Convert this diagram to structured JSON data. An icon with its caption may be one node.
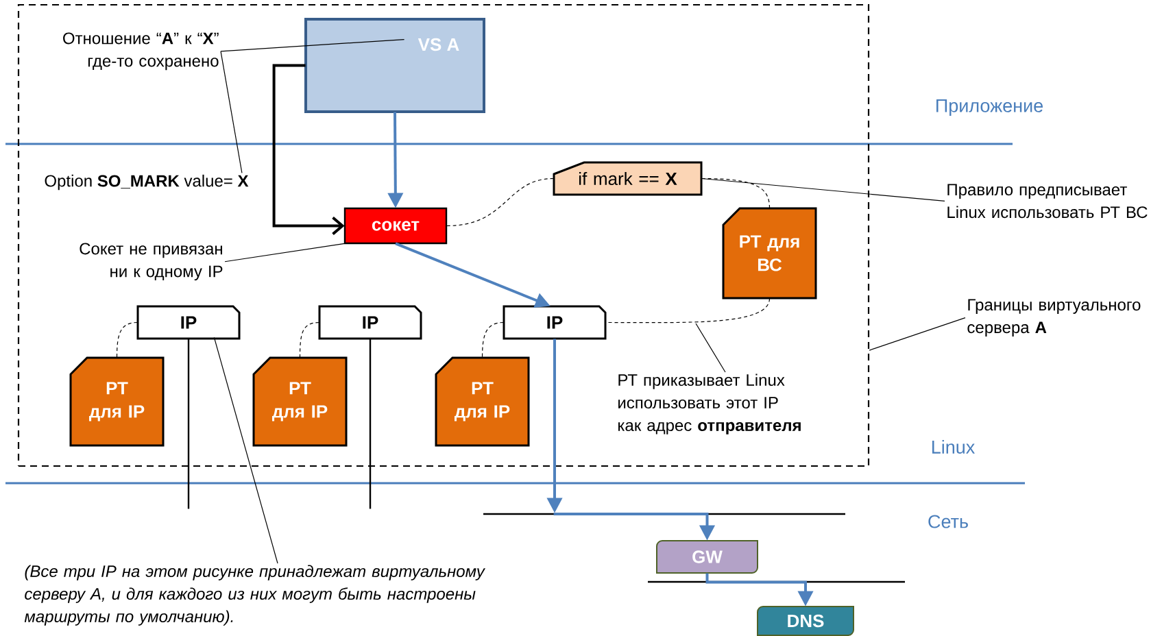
{
  "diagram": {
    "nodes": [
      {
        "text": [],
        "shape": "box"
      },
      {
        "text": [
          "Отношение “**A**” к “**X**” где-то сохранено"
        ],
        "in": 0
      },
      {
        "text": [
          "VS A"
        ],
        "in": 0
      },
      {
        "text": [
          "Option **SO_MARK** value= **X**"
        ],
        "in": 0
      },
      {
        "text": [
          "if mark == **X**"
        ],
        "in": 0
      },
      {
        "text": [
          "сокет"
        ],
        "in": 0
      },
      {
        "text": [
          "РТ для ВС"
        ],
        "in": 0
      },
      {
        "text": [
          "Сокет не привязан ни к одному IP"
        ],
        "in": 0
      },
      {
        "text": [
          "IP"
        ],
        "in": 0
      },
      {
        "text": [
          "IP"
        ],
        "in": 0
      },
      {
        "text": [
          "IP"
        ],
        "in": 0
      },
      {
        "text": [
          "РТ для IP"
        ],
        "in": 0
      },
      {
        "text": [
          "РТ для IP"
        ],
        "in": 0
      },
      {
        "text": [
          "РТ для IP"
        ],
        "in": 0
      },
      {
        "text": [
          "РТ приказывает Linux использовать этот IP как адрес **отправителя**"
        ],
        "in": 0
      },
      {
        "text": [
          "Правило предписывает Linux использовать РТ ВС"
        ]
      },
      {
        "text": [
          "Границы виртуального сервера **A**"
        ]
      },
      {
        "text": [],
        "shape": "line"
      },
      {
        "text": [
          "GW"
        ]
      },
      {
        "text": [
          "DNS"
        ]
      },
      {
        "text": [
          "(Все три IP на этом рисунке принадлежат виртуальному серверу A, и для каждого из них могут быть настроены маршруты по умолчанию)."
        ]
      }
    ],
    "edges": [
      {
        "from": 1,
        "to": 2,
        "arrow": "none"
      },
      {
        "from": 1,
        "to": 3,
        "arrow": "none"
      },
      {
        "from": 2,
        "to": 5,
        "arrow": "to",
        "style": "thick"
      },
      {
        "from": 2,
        "to": 5,
        "arrow": "to",
        "style": "thick",
        "color": "#4f81bd"
      },
      {
        "from": 5,
        "to": 4,
        "arrow": "none",
        "style": "dashed"
      },
      {
        "from": 4,
        "to": 6,
        "arrow": "none",
        "style": "dashed"
      },
      {
        "from": 6,
        "to": 10,
        "arrow": "none",
        "style": "dashed"
      },
      {
        "from": 8,
        "to": 11,
        "arrow": "none",
        "style": "dashed"
      },
      {
        "from": 9,
        "to": 12,
        "arrow": "none",
        "style": "dashed"
      },
      {
        "from": 10,
        "to": 13,
        "arrow": "none",
        "style": "dashed"
      },
      {
        "from": 7,
        "to": 5,
        "arrow": "none"
      },
      {
        "from": 15,
        "to": 4,
        "arrow": "none"
      },
      {
        "from": 16,
        "to": 0,
        "arrow": "none"
      },
      {
        "from": 14,
        "to": null,
        "arrow": "none"
      },
      {
        "from": 5,
        "to": 10,
        "arrow": "to",
        "style": "thick",
        "color": "#4f81bd"
      },
      {
        "from": 8,
        "to": null,
        "arrow": "none"
      },
      {
        "from": 9,
        "to": null,
        "arrow": "none"
      },
      {
        "from": 10,
        "to": 17,
        "arrow": "to",
        "style": "thick",
        "color": "#4f81bd"
      },
      {
        "from": 17,
        "to": 18,
        "arrow": "to",
        "style": "thick",
        "color": "#4f81bd"
      },
      {
        "from": 18,
        "to": 19,
        "arrow": "to",
        "style": "thick",
        "color": "#4f81bd"
      },
      {
        "from": 20,
        "to": 8,
        "arrow": "none"
      }
    ],
    "labels": [
      "Приложение",
      "Linux",
      "Сеть"
    ]
  }
}
